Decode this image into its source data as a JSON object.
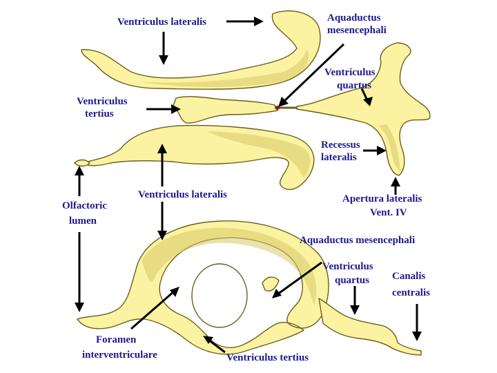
{
  "labels": {
    "ventriculus_lateralis_top": "Ventriculus lateralis",
    "aquaductus_top_1": "Aquaductus",
    "aquaductus_top_2": "mesencephali",
    "ventriculus_quartus_top_1": "Ventriculus",
    "ventriculus_quartus_top_2": "quartus",
    "ventriculus_tertius_top_1": "Ventriculus",
    "ventriculus_tertius_top_2": "tertius",
    "recessus_1": "Recessus",
    "recessus_2": "lateralis",
    "ventriculus_lateralis_mid": "Ventriculus lateralis",
    "olfactoric_1": "Olfactoric",
    "olfactoric_2": "lumen",
    "apertura_1": "Apertura lateralis",
    "apertura_2": "Vent. IV",
    "aquaductus_bottom": "Aquaductus mesencephali",
    "ventriculus_quartus_bottom_1": "Ventriculus",
    "ventriculus_quartus_bottom_2": "quartus",
    "canalis_1": "Canalis",
    "canalis_2": "centralis",
    "foramen_1": "Foramen",
    "foramen_2": "interventriculare",
    "ventriculus_tertius_bottom": "Ventriculus tertius"
  },
  "colors": {
    "fill": "#fbf3a2",
    "label": "#1a1a8c",
    "arrow": "#000000"
  }
}
